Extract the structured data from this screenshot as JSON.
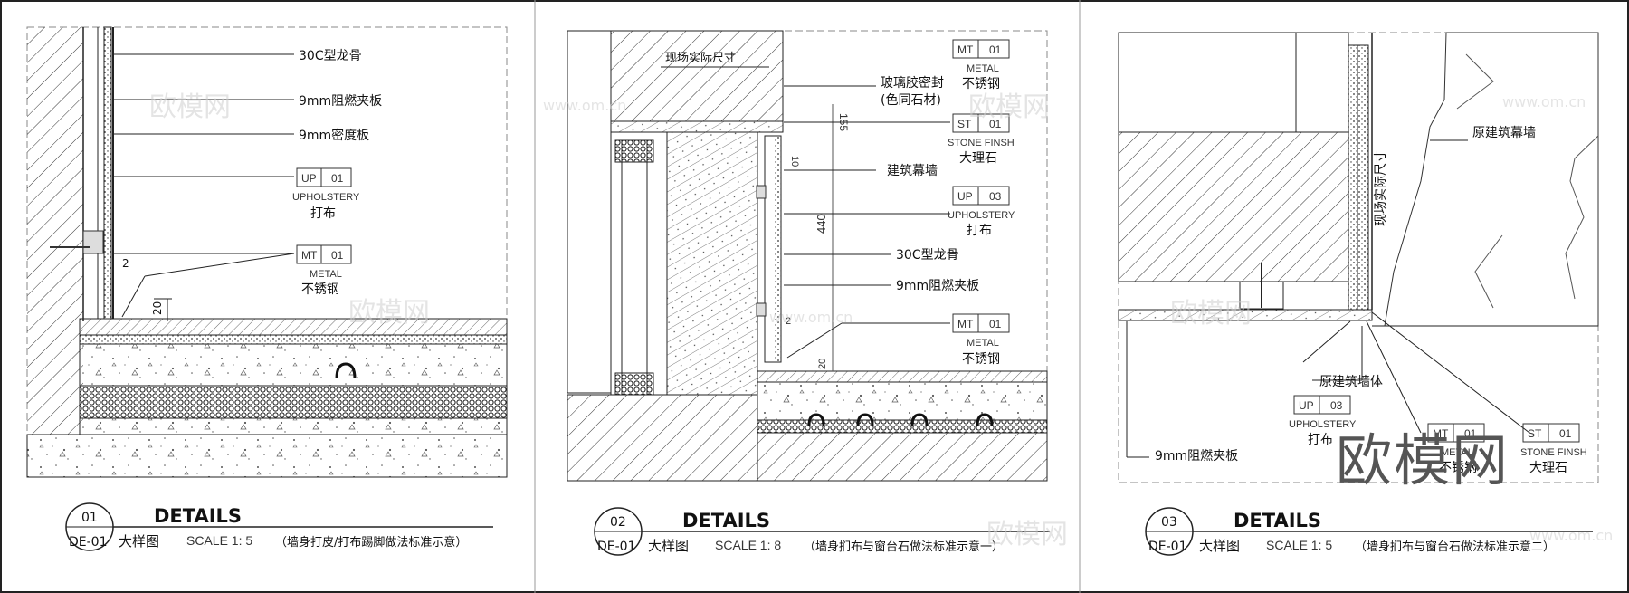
{
  "panels": [
    {
      "number": "01",
      "sheet": "DE-01",
      "heading": "DETAILS",
      "caption_cn": "大样图",
      "scale": "SCALE  1: 5",
      "note": "（墙身打皮/打布踢脚做法标准示意）",
      "labels": [
        "30C型龙骨",
        "9mm阻燃夹板",
        "9mm密度板",
        "打布",
        "不锈钢"
      ],
      "tags": [
        {
          "code": "UP",
          "num": "01",
          "en": "UPHOLSTERY"
        },
        {
          "code": "MT",
          "num": "01",
          "en": "METAL"
        }
      ],
      "dims": [
        "2",
        "20"
      ]
    },
    {
      "number": "02",
      "sheet": "DE-01",
      "heading": "DETAILS",
      "caption_cn": "大样图",
      "scale": "SCALE  1: 8",
      "note": "（墙身扪布与窗台石做法标准示意一）",
      "labels": [
        "现场实际尺寸",
        "玻璃胶密封",
        "(色同石材)",
        "不锈钢",
        "大理石",
        "建筑幕墙",
        "打布",
        "30C型龙骨",
        "9mm阻燃夹板",
        "不锈钢"
      ],
      "tags": [
        {
          "code": "MT",
          "num": "01",
          "en": "METAL"
        },
        {
          "code": "ST",
          "num": "01",
          "en": "STONE FINSH"
        },
        {
          "code": "UP",
          "num": "03",
          "en": "UPHOLSTERY"
        },
        {
          "code": "MT",
          "num": "01",
          "en": "METAL"
        }
      ],
      "dims": [
        "155",
        "10",
        "440",
        "2",
        "20"
      ]
    },
    {
      "number": "03",
      "sheet": "DE-01",
      "heading": "DETAILS",
      "caption_cn": "大样图",
      "scale": "SCALE  1: 5",
      "note": "（墙身扪布与窗台石做法标准示意二）",
      "labels": [
        "原建筑幕墙",
        "现场实际尺寸",
        "原建筑墙体",
        "打布",
        "9mm阻燃夹板",
        "不锈钢",
        "大理石"
      ],
      "tags": [
        {
          "code": "UP",
          "num": "03",
          "en": "UPHOLSTERY"
        },
        {
          "code": "MT",
          "num": "01",
          "en": "METAL"
        },
        {
          "code": "ST",
          "num": "01",
          "en": "STONE FINSH"
        }
      ]
    }
  ],
  "watermark": "欧模网",
  "watermark_url": "www.om.cn"
}
